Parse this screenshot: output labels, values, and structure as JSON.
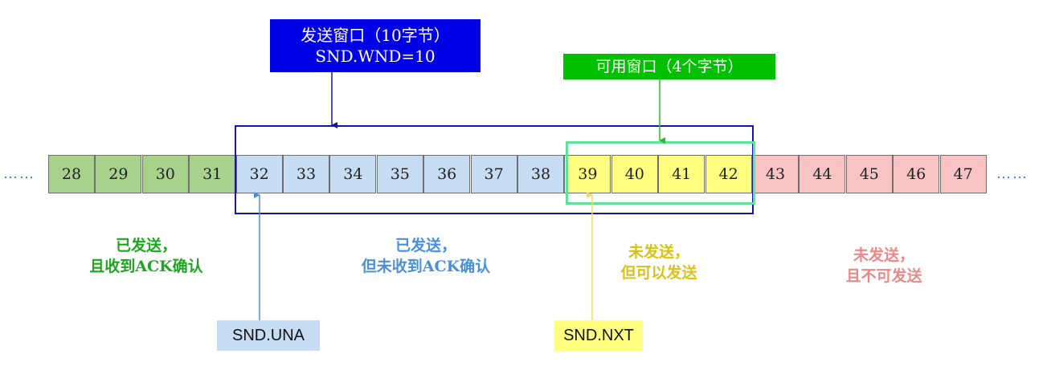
{
  "sequence": [
    {
      "n": "28",
      "state": "acked"
    },
    {
      "n": "29",
      "state": "acked"
    },
    {
      "n": "30",
      "state": "acked"
    },
    {
      "n": "31",
      "state": "acked"
    },
    {
      "n": "32",
      "state": "sent"
    },
    {
      "n": "33",
      "state": "sent"
    },
    {
      "n": "34",
      "state": "sent"
    },
    {
      "n": "35",
      "state": "sent"
    },
    {
      "n": "36",
      "state": "sent"
    },
    {
      "n": "37",
      "state": "sent"
    },
    {
      "n": "38",
      "state": "sent"
    },
    {
      "n": "39",
      "state": "usable"
    },
    {
      "n": "40",
      "state": "usable"
    },
    {
      "n": "41",
      "state": "usable"
    },
    {
      "n": "42",
      "state": "usable"
    },
    {
      "n": "43",
      "state": "unusable"
    },
    {
      "n": "44",
      "state": "unusable"
    },
    {
      "n": "45",
      "state": "unusable"
    },
    {
      "n": "46",
      "state": "unusable"
    },
    {
      "n": "47",
      "state": "unusable"
    }
  ],
  "ellipsis": "……",
  "send_window": {
    "line1": "发送窗口（10字节）",
    "line2": "SND.WND=10"
  },
  "usable_window": {
    "label": "可用窗口（4个字节）"
  },
  "pointers": {
    "una": "SND.UNA",
    "nxt": "SND.NXT"
  },
  "captions": {
    "acked": {
      "line1": "已发送，",
      "line2": "且收到ACK确认"
    },
    "sent": {
      "line1": "已发送，",
      "line2": "但未收到ACK确认"
    },
    "usable": {
      "line1": "未发送，",
      "line2": "但可以发送"
    },
    "unusable": {
      "line1": "未发送，",
      "line2": "且不可发送"
    }
  },
  "colors": {
    "acked": "#a9d18e",
    "sent": "#c5dcf2",
    "usable": "#ffff80",
    "unusable": "#f8c3c3",
    "send_window": "#0000e6",
    "usable_window": "#00c000",
    "caption_acked": "#1fa51f",
    "caption_sent": "#4a90d9",
    "caption_usable": "#d8c21a",
    "caption_unusable": "#e88a8a"
  }
}
